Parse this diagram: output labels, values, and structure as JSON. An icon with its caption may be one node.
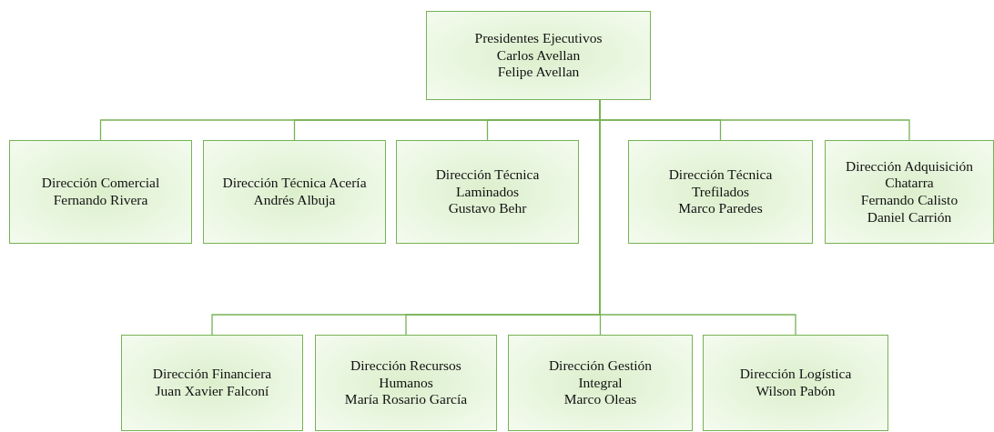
{
  "diagram": {
    "nodes": [
      {
        "text": [
          "Presidentes Ejecutivos",
          "Carlos Avellan",
          "Felipe Avellan"
        ]
      },
      {
        "text": [
          "Dirección Comercial",
          "Fernando Rivera"
        ]
      },
      {
        "text": [
          "Dirección Técnica Acería",
          "Andrés Albuja"
        ]
      },
      {
        "text": [
          "Dirección Técnica Laminados",
          "Gustavo Behr"
        ]
      },
      {
        "text": [
          "Dirección Técnica Trefilados",
          "Marco Paredes"
        ]
      },
      {
        "text": [
          "Dirección Adquisición Chatarra",
          "Fernando Calisto",
          "Daniel Carrión"
        ]
      },
      {
        "text": [
          "Dirección Financiera",
          "Juan Xavier Falconí"
        ]
      },
      {
        "text": [
          "Dirección Recursos Humanos",
          "María Rosario García"
        ]
      },
      {
        "text": [
          "Dirección Gestión Integral",
          "Marco Oleas"
        ]
      },
      {
        "text": [
          "Dirección Logística",
          "Wilson Pabón"
        ]
      }
    ],
    "edges": [
      {
        "from": 0,
        "to": 1,
        "arrow": "none"
      },
      {
        "from": 0,
        "to": 2,
        "arrow": "none"
      },
      {
        "from": 0,
        "to": 3,
        "arrow": "none"
      },
      {
        "from": 0,
        "to": 4,
        "arrow": "none"
      },
      {
        "from": 0,
        "to": 5,
        "arrow": "none"
      },
      {
        "from": 0,
        "to": 6,
        "arrow": "none"
      },
      {
        "from": 0,
        "to": 7,
        "arrow": "none"
      },
      {
        "from": 0,
        "to": 8,
        "arrow": "none"
      },
      {
        "from": 0,
        "to": 9,
        "arrow": "none"
      }
    ]
  }
}
